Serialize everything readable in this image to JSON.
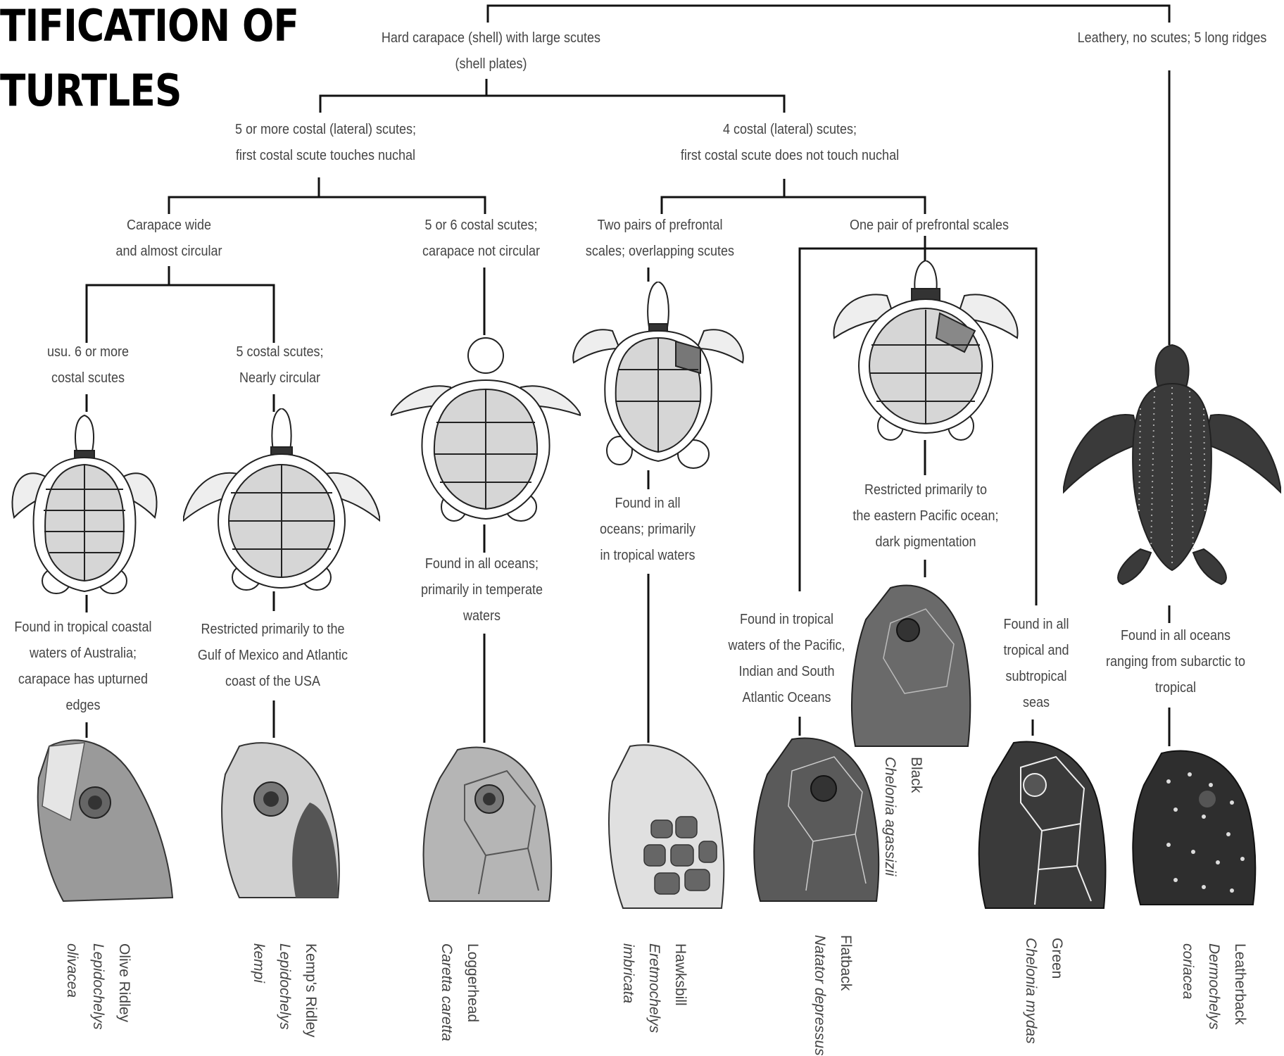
{
  "title_lines": [
    "TIFICATION OF",
    "TURTLES"
  ],
  "nodes": {
    "hard": [
      "Hard carapace (shell) with large scutes",
      "(shell plates)"
    ],
    "leathery": [
      "Leathery, no scutes; 5 long ridges"
    ],
    "five_costal": [
      "5 or more costal (lateral) scutes;",
      "first costal scute touches nuchal"
    ],
    "four_costal": [
      "4 costal (lateral) scutes;",
      "first costal scute does not touch nuchal"
    ],
    "wide": [
      "Carapace wide",
      "and almost circular"
    ],
    "five_six": [
      "5 or 6 costal scutes;",
      "carapace not circular"
    ],
    "two_pairs": [
      "Two pairs of prefrontal",
      "scales; overlapping scutes"
    ],
    "one_pair": [
      "One pair of prefrontal scales"
    ],
    "usu6": [
      "usu. 6 or more",
      "costal scutes"
    ],
    "five_circ": [
      "5 costal scutes;",
      "Nearly circular"
    ]
  },
  "ranges": {
    "olive": [
      "Found in tropical coastal",
      "waters of Australia;",
      "carapace has upturned",
      "edges"
    ],
    "kemps": [
      "Restricted primarily to the",
      "Gulf of Mexico and Atlantic",
      "coast of the USA"
    ],
    "logger": [
      "Found in all oceans;",
      "primarily in temperate",
      "waters"
    ],
    "hawks": [
      "Found in all",
      "oceans; primarily",
      "in tropical waters"
    ],
    "flat": [
      "Found in tropical",
      "waters of the Pacific,",
      "Indian and South",
      "Atlantic Oceans"
    ],
    "black": [
      "Restricted primarily to",
      "the eastern Pacific ocean;",
      "dark pigmentation"
    ],
    "green": [
      "Found in all",
      "tropical and",
      "subtropical",
      "seas"
    ],
    "leather": [
      "Found in all oceans",
      "ranging from subarctic to",
      "tropical"
    ]
  },
  "species": [
    {
      "common": "Olive Ridley",
      "sci": [
        "Lepidochelys",
        "olivacea"
      ]
    },
    {
      "common": "Kemp's Ridley",
      "sci": [
        "Lepidochelys",
        "kempi"
      ]
    },
    {
      "common": "Loggerhead",
      "sci": [
        "Caretta caretta"
      ]
    },
    {
      "common": "Hawksbill",
      "sci": [
        "Eretmochelys",
        "imbricata"
      ]
    },
    {
      "common": "Flatback",
      "sci": [
        "Natator depressus"
      ]
    },
    {
      "common": "Green",
      "sci": [
        "Chelonia mydas"
      ]
    },
    {
      "common": "Leatherback",
      "sci": [
        "Dermochelys",
        "coriacea"
      ]
    }
  ],
  "black_species": {
    "common": "Black",
    "sci": "Chelonia agassizii"
  },
  "colors": {
    "line": "#111111",
    "text": "#444444",
    "scute_fill": "#d6d6d6",
    "dark": "#3a3a3a"
  }
}
